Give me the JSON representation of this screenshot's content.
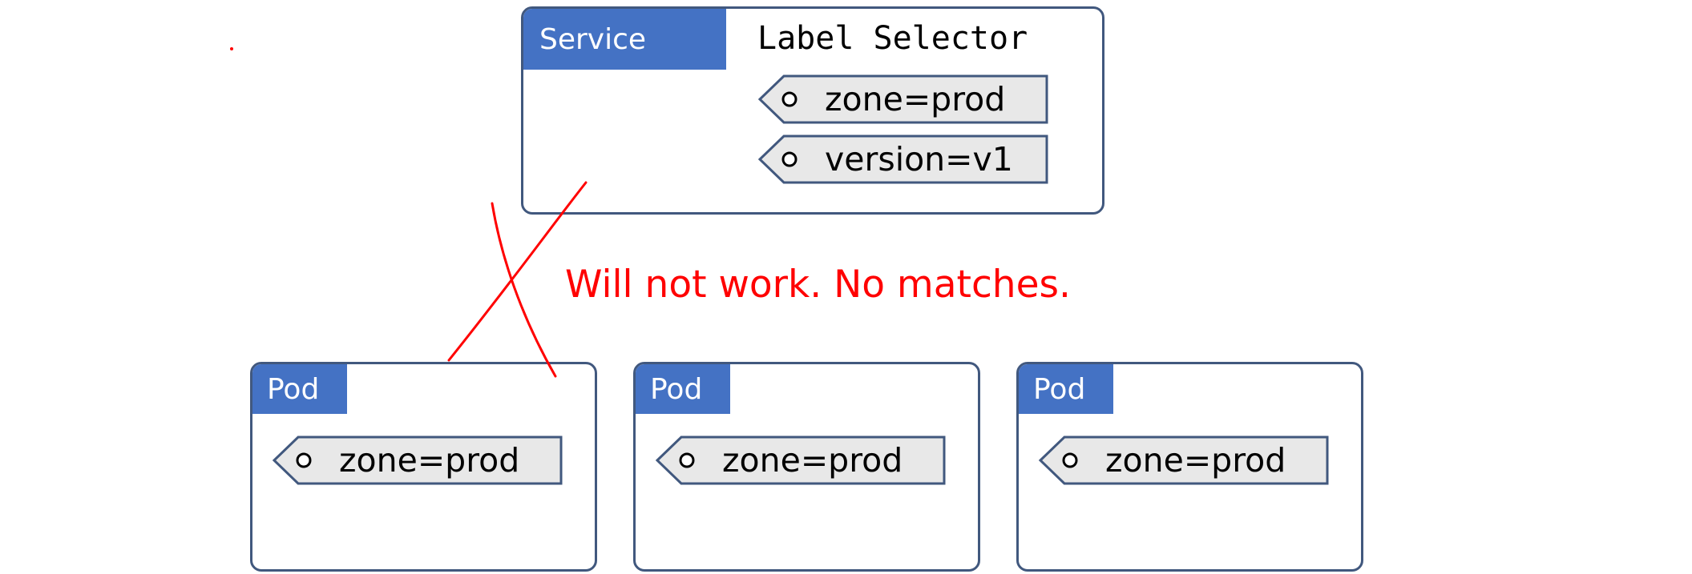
{
  "service": {
    "header": "Service",
    "selector_title": "Label Selector",
    "labels": [
      "zone=prod",
      "version=v1"
    ]
  },
  "annotation": "Will not work. No matches.",
  "pods": [
    {
      "header": "Pod",
      "label": "zone=prod"
    },
    {
      "header": "Pod",
      "label": "zone=prod"
    },
    {
      "header": "Pod",
      "label": "zone=prod"
    }
  ],
  "colors": {
    "header_fill": "#4472c4",
    "box_border": "#41587e",
    "tag_fill": "#e8e8e8",
    "annotation": "#ff0000"
  }
}
